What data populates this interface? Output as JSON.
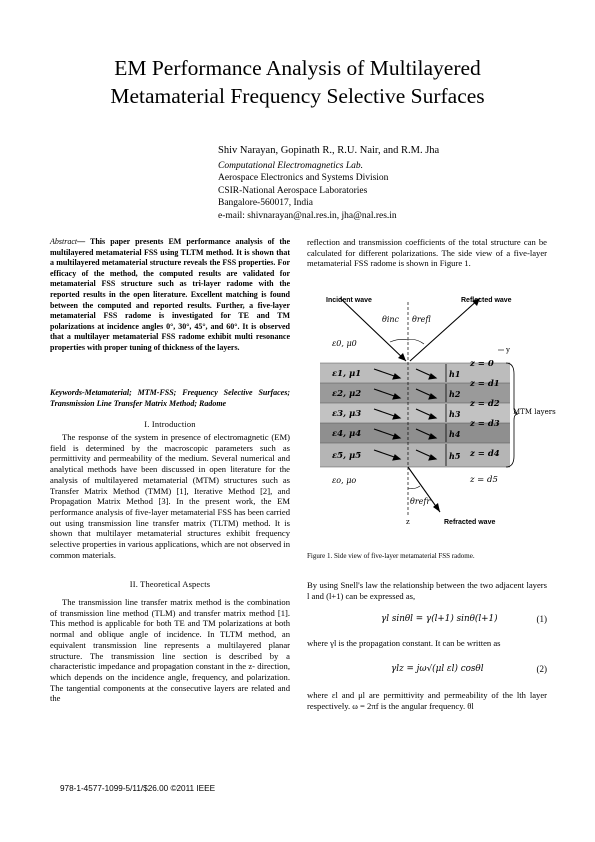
{
  "title_line1": "EM Performance Analysis of Multilayered",
  "title_line2": "Metamaterial Frequency Selective Surfaces",
  "authors": "Shiv Narayan, Gopinath R., R.U. Nair, and R.M. Jha",
  "affil_lab": "Computational Electromagnetics Lab.",
  "affil_div": "Aerospace Electronics and Systems Division",
  "affil_org": "CSIR-National Aerospace Laboratories",
  "affil_city": "Bangalore-560017, India",
  "affil_email": "e-mail: shivnarayan@nal.res.in, jha@nal.res.in",
  "abstract_lead": "Abstract",
  "abstract_body": "— This paper presents EM performance analysis of the multilayered metamaterial FSS using TLTM method. It is shown that a multilayered metamaterial structure reveals the FSS properties. For efficacy of the method, the computed results are validated for metamaterial FSS structure such as tri-layer radome with the reported results in the open literature. Excellent matching is found between the computed and reported results. Further, a five-layer metamaterial FSS radome is investigated for TE and TM polarizations at incidence angles 0°, 30°, 45°, and 60°. It is observed that a multilayer metamaterial FSS radome exhibit multi resonance properties with proper tuning of thickness of the layers.",
  "keywords": "Keywords-Metamaterial; MTM-FSS; Frequency Selective Surfaces; Transmission Line Transfer Matrix Method; Radome",
  "sec1_heading": "I. Introduction",
  "sec1_p1": "The response of the system in presence of electromagnetic (EM) field is determined by the macroscopic parameters such as permittivity and permeability of the medium. Several numerical and analytical methods have been discussed in open literature for the analysis of multilayered metamaterial (MTM) structures such as Transfer Matrix Method (TMM) [1], Iterative Method [2], and Propagation Matrix Method [3]. In the present work, the EM performance analysis of five-layer metamaterial FSS has been carried out using transmission line transfer matrix (TLTM) method. It is shown that multilayer metamaterial structures exhibit frequency selective properties in various applications, which are not observed in common materials.",
  "sec2_heading": "II. Theoretical Aspects",
  "sec2_p1": "The transmission line transfer matrix method is the combination of transmission line method (TLM) and transfer matrix method [1]. This method is applicable for both TE and TM polarizations at both normal and oblique angle of incidence. In TLTM method, an equivalent transmission line represents a multilayered planar structure. The transmission line section is described by a characteristic impedance and propagation constant in the z- direction, which depends on the incidence angle, frequency, and polarization. The tangential components at the consecutive layers are related and the",
  "right_p1": "reflection and transmission coefficients of the total structure can be calculated for different polarizations. The side view of a five-layer metamaterial FSS radome is shown in Figure 1.",
  "figure": {
    "incident_label": "Incident wave",
    "reflected_label": "Reflected wave",
    "refracted_label": "Refracted wave",
    "mtm_label": "MTM layers",
    "y_label": "y",
    "z_label": "z",
    "theta_inc": "θinc",
    "theta_refl": "θrefl",
    "theta_refr": "θrefr",
    "top_medium": "ε0, μ0",
    "bottom_medium": "εo, μo",
    "layers": [
      "ε1, μ1",
      "ε2, μ2",
      "ε3, μ3",
      "ε4, μ4",
      "ε5, μ5"
    ],
    "thickness": [
      "h1",
      "h2",
      "h3",
      "h4",
      "h5"
    ],
    "z_values": [
      "z = 0",
      "z = d1",
      "z = d2",
      "z = d3",
      "z = d4",
      "z = d5"
    ]
  },
  "fig_caption": "Figure 1. Side view of five-layer metamaterial FSS radome.",
  "right_p2": "By using Snell's law the relationship between the two adjacent layers l and (l+1) can be expressed as,",
  "eq1": "γl sinθl = γ(l+1) sinθ(l+1)",
  "eq1_num": "(1)",
  "right_p3": "where γl is the propagation constant. It can be written as",
  "eq2": "γlz = jω√(μl εl) cosθl",
  "eq2_num": "(2)",
  "right_p4": "where εl and μl are permittivity and permeability of the lth layer respectively. ω = 2πf is the angular frequency. θl",
  "footer": "978-1-4577-1099-5/11/$26.00 ©2011 IEEE"
}
